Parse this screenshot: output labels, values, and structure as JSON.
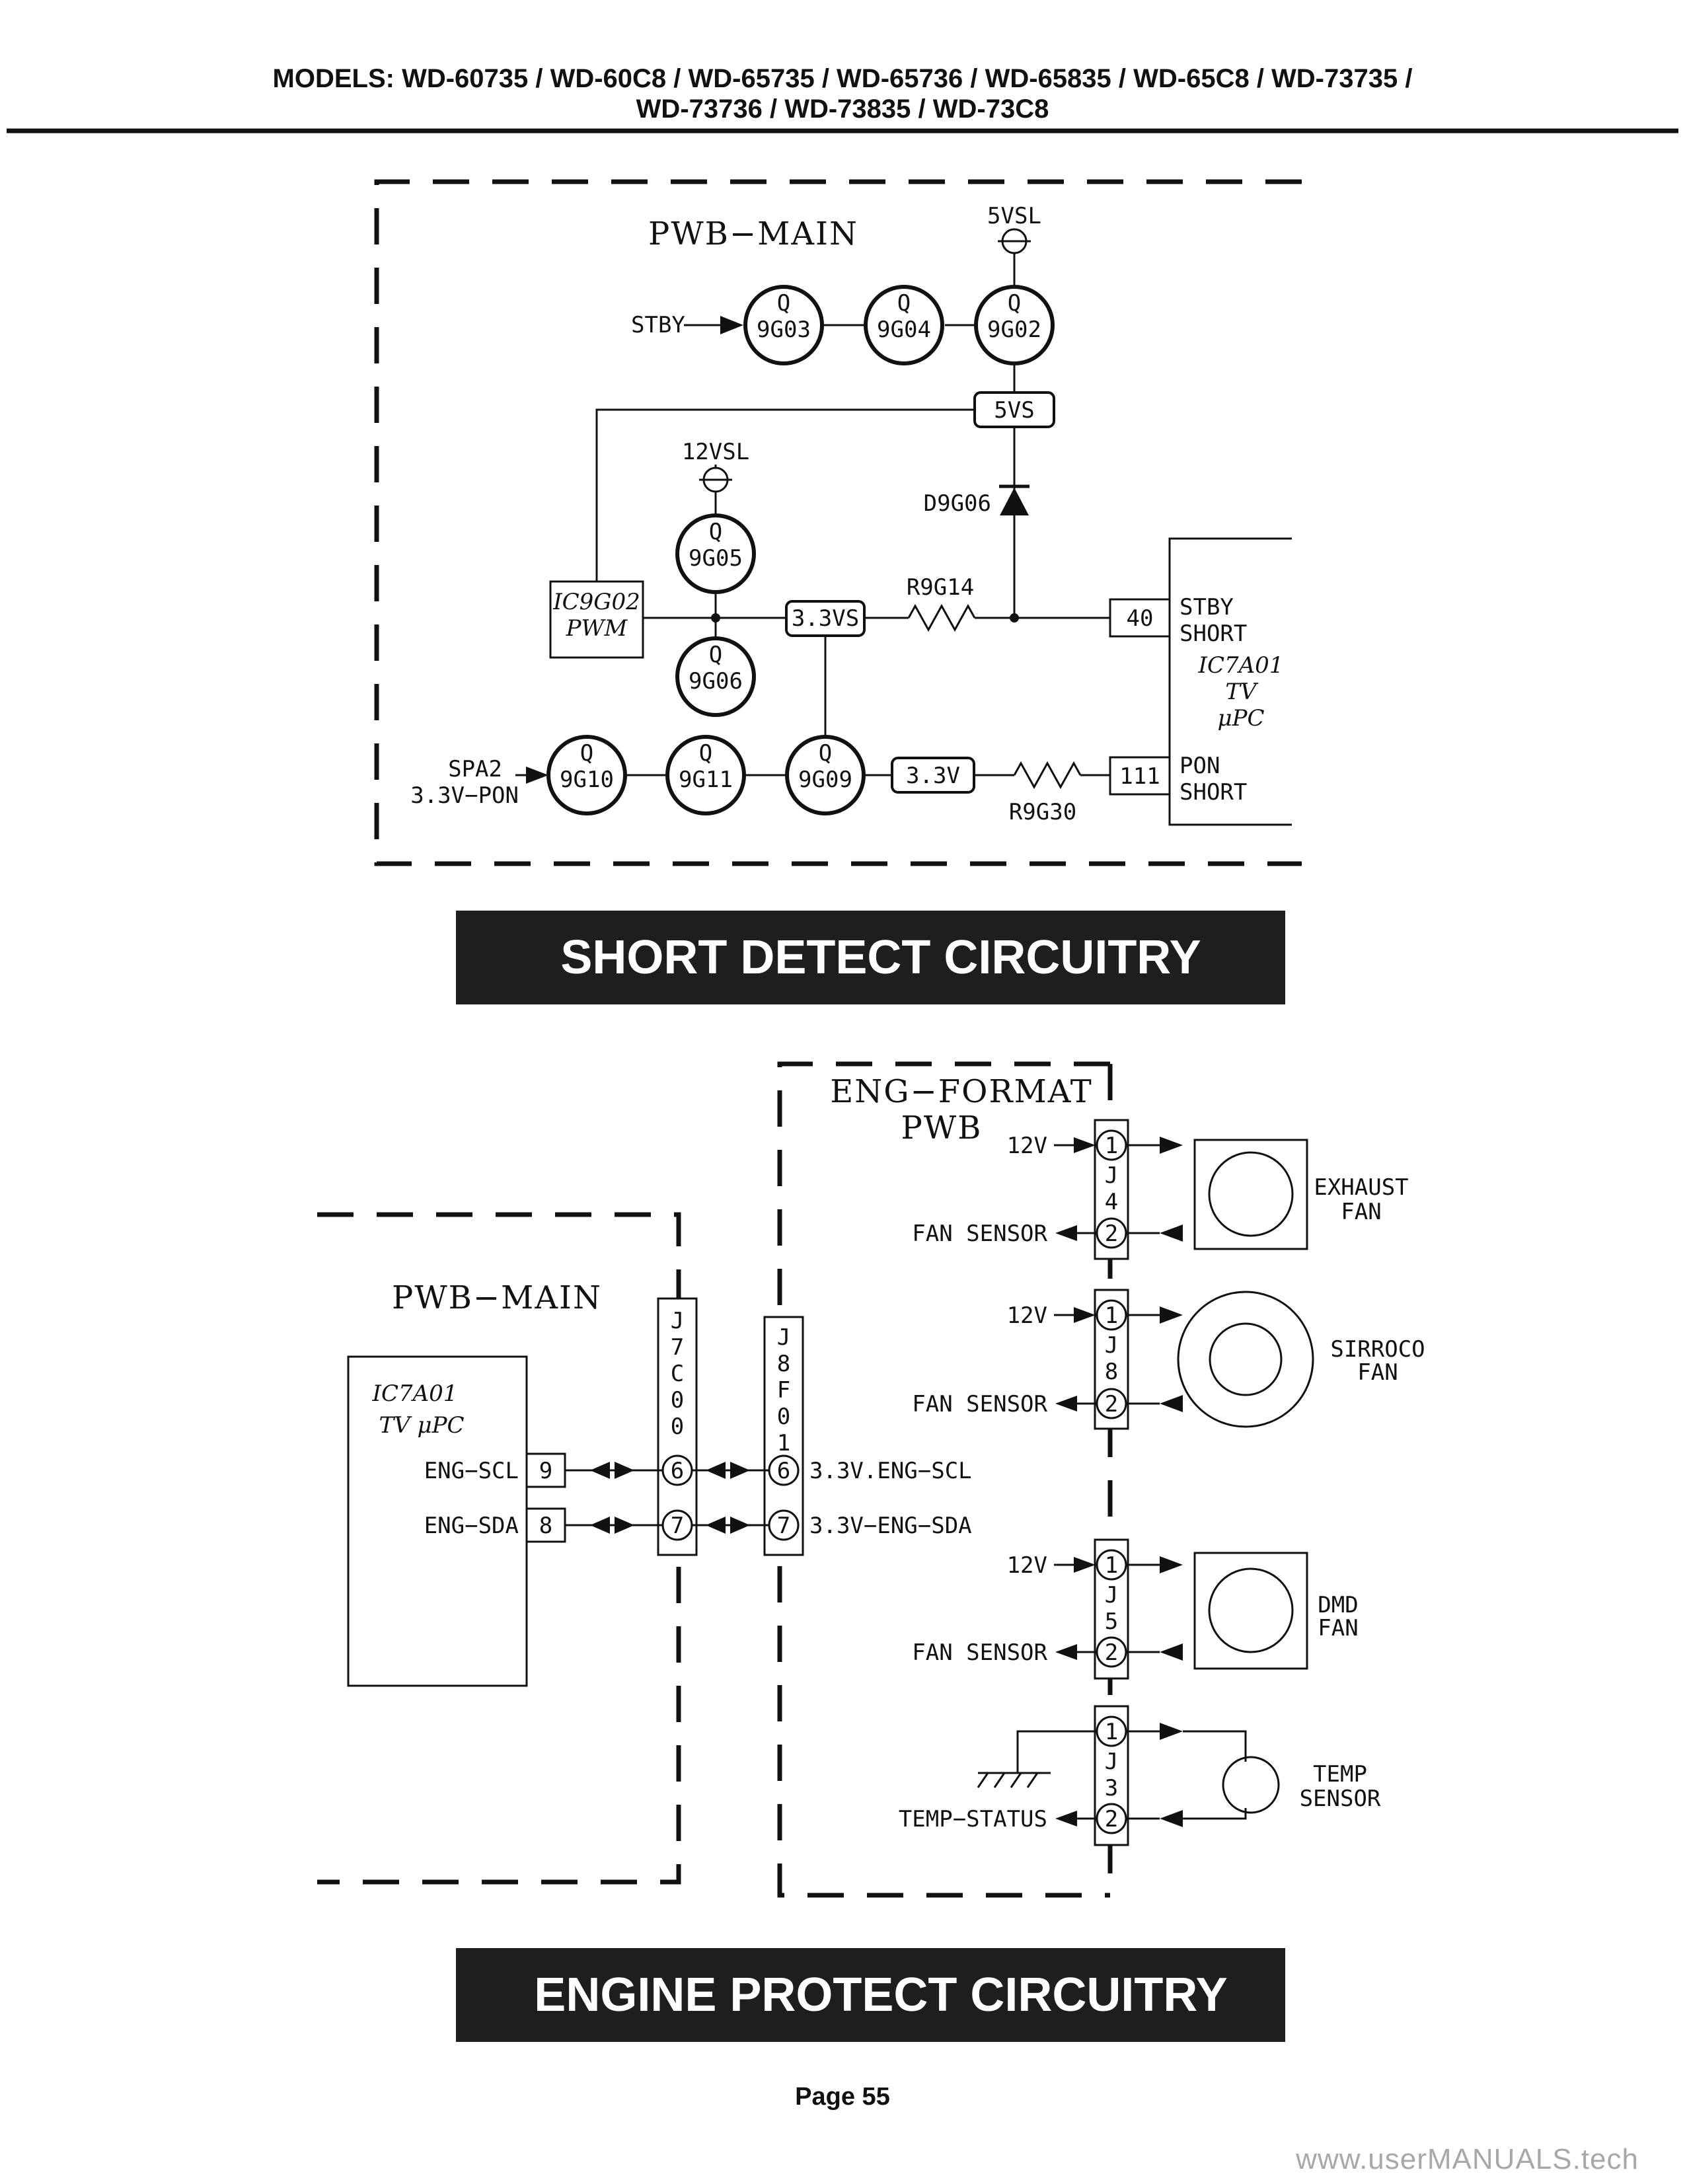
{
  "header": {
    "line1": "MODELS: WD-60735 / WD-60C8 / WD-65735 / WD-65736 / WD-65835 / WD-65C8 / WD-73735 /",
    "line2": "WD-73736 / WD-73835 / WD-73C8"
  },
  "short_detect": {
    "pwb_label": "PWB−MAIN",
    "supply_5vsl": "5VSL",
    "supply_12vsl": "12VSL",
    "stby_input": "STBY",
    "transistors": {
      "q9g03": [
        "Q",
        "9G03"
      ],
      "q9g04": [
        "Q",
        "9G04"
      ],
      "q9g02": [
        "Q",
        "9G02"
      ],
      "q9g05": [
        "Q",
        "9G05"
      ],
      "q9g06": [
        "Q",
        "9G06"
      ],
      "q9g10": [
        "Q",
        "9G10"
      ],
      "q9g11": [
        "Q",
        "9G11"
      ],
      "q9g09": [
        "Q",
        "9G09"
      ]
    },
    "rail_5vs": "5VS",
    "rail_33vs": "3.3VS",
    "rail_33v": "3.3V",
    "diode_label": "D9G06",
    "ic_pwm_line1": "IC9G02",
    "ic_pwm_line2": "PWM",
    "resistor_r9g14": "R9G14",
    "resistor_r9g30": "R9G30",
    "spa2_line1": "SPA2",
    "spa2_line2": "3.3V−PON",
    "pin_40": "40",
    "pin_111": "111",
    "stby_short_line1": "STBY",
    "stby_short_line2": "SHORT",
    "pon_short_line1": "PON",
    "pon_short_line2": "SHORT",
    "ic7a01_line1": "IC7A01",
    "ic7a01_line2": "TV",
    "ic7a01_line3": "μPC",
    "banner": "SHORT DETECT CIRCUITRY"
  },
  "engine_protect": {
    "pwb_main_label": "PWB−MAIN",
    "eng_format_line1": "ENG−FORMAT",
    "eng_format_line2": "PWB",
    "ic7a01_line1": "IC7A01",
    "ic7a01_line2": "TV μPC",
    "eng_scl": "ENG−SCL",
    "eng_sda": "ENG−SDA",
    "pin_9": "9",
    "pin_8": "8",
    "pin_6": "6",
    "pin_7": "7",
    "j7c00_letters": [
      "J",
      "7",
      "C",
      "0",
      "0"
    ],
    "j8f01_letters": [
      "J",
      "8",
      "F",
      "0",
      "1"
    ],
    "sig_scl": "3.3V.ENG−SCL",
    "sig_sda": "3.3V−ENG−SDA",
    "pin_1": "1",
    "pin_2": "2",
    "v12": "12V",
    "fan_sensor": "FAN SENSOR",
    "temp_status": "TEMP−STATUS",
    "j4_letters": [
      "J",
      "4"
    ],
    "j8_letters": [
      "J",
      "8"
    ],
    "j5_letters": [
      "J",
      "5"
    ],
    "j3_letters": [
      "J",
      "3"
    ],
    "exhaust_line1": "EXHAUST",
    "exhaust_line2": "FAN",
    "sirroco_line1": "SIRROCO",
    "sirroco_line2": "FAN",
    "dmd_line1": "DMD",
    "dmd_line2": "FAN",
    "temp_line1": "TEMP",
    "temp_line2": "SENSOR",
    "banner": "ENGINE PROTECT CIRCUITRY"
  },
  "footer": {
    "page": "Page 55",
    "watermark": "www.userMANUALS.tech"
  }
}
